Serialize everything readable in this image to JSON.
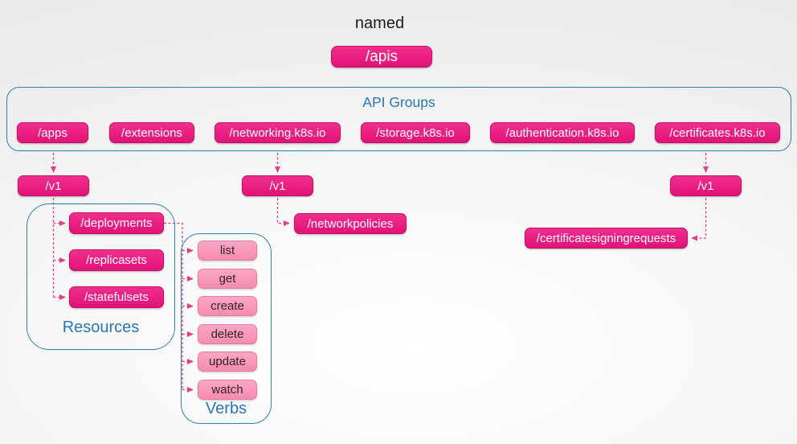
{
  "heading": "named",
  "apis_button": "/apis",
  "api_groups": {
    "label": "API Groups",
    "groups": [
      "/apps",
      "/extensions",
      "/networking.k8s.io",
      "/storage.k8s.io",
      "/authentication.k8s.io",
      "/certificates.k8s.io"
    ]
  },
  "versions": {
    "apps": "/v1",
    "networking": "/v1",
    "certificates": "/v1"
  },
  "resources": {
    "label": "Resources",
    "items": [
      "/deployments",
      "/replicasets",
      "/statefulsets"
    ]
  },
  "verbs": {
    "label": "Verbs",
    "items": [
      "list",
      "get",
      "create",
      "delete",
      "update",
      "watch"
    ]
  },
  "other_resources": {
    "networking": "/networkpolicies",
    "certificates": "/certificatesigningrequests"
  },
  "colors": {
    "node_pink": "#E91A78",
    "node_pink_border": "#C01261",
    "verb_light_pink": "#F795B8",
    "frame_blue": "#2E7FB5",
    "label_blue": "#2878B0",
    "arrow_pink": "#DD4086",
    "heading_text": "#1B1B1B"
  }
}
